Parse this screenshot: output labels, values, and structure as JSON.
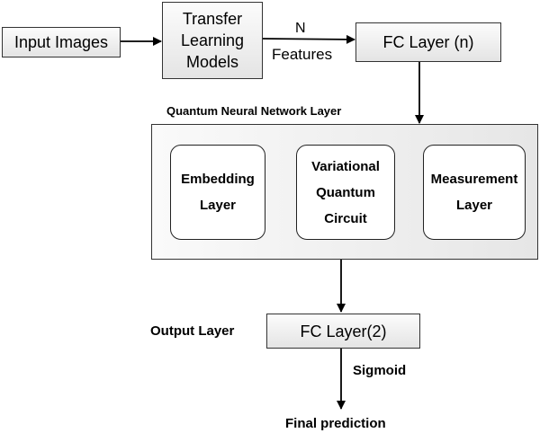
{
  "nodes": {
    "input_images": "Input Images",
    "transfer_models": "Transfer\nLearning\nModels",
    "fc_layer_n": "FC Layer (n)",
    "qnn_title": "Quantum Neural Network Layer",
    "embedding": "Embedding\nLayer",
    "variational": "Variational\nQuantum\nCircuit",
    "measurement": "Measurement\nLayer",
    "output_layer_label": "Output Layer",
    "fc_layer_2": "FC Layer(2)",
    "final_prediction": "Final prediction"
  },
  "edges": {
    "n_label": "N",
    "features_label": "Features",
    "sigmoid_label": "Sigmoid"
  }
}
